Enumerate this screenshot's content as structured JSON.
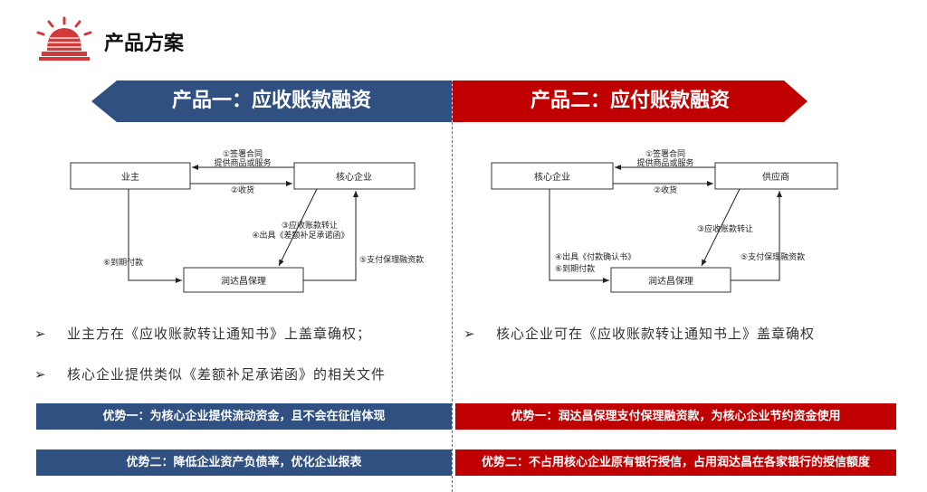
{
  "page": {
    "title": "产品方案"
  },
  "colors": {
    "blue": "#2f5081",
    "red": "#c00000",
    "accent": "#d23a3a"
  },
  "left": {
    "banner": "产品一：应收账款融资",
    "nodes": {
      "owner": "业主",
      "core": "核心企业",
      "factor": "润达昌保理"
    },
    "labels": {
      "sign1": "①签署合同",
      "sign2": "提供商品或服务",
      "receive": "②收货",
      "transfer": "③应收账款转让",
      "issue": "④出具《差额补足承诺函》",
      "pay": "⑤支付保理融资款",
      "due": "⑥到期付款"
    },
    "bullets": [
      "业主方在《应收账款转让通知书》上盖章确权；",
      "核心企业提供类似《差额补足承诺函》的相关文件"
    ]
  },
  "right": {
    "banner": "产品二：应付账款融资",
    "nodes": {
      "core": "核心企业",
      "supplier": "供应商",
      "factor": "润达昌保理"
    },
    "labels": {
      "sign1": "①签署合同",
      "sign2": "提供商品或服务",
      "receive": "②收货",
      "transfer": "③应收账款转让",
      "issue": "④出具《付款确认书》",
      "due": "⑥到期付款",
      "pay": "⑤支付保理融资款"
    },
    "bullets": [
      "核心企业可在《应收账款转让通知书上》盖章确权"
    ]
  },
  "bullet_mark": "➢",
  "advantages": {
    "left": [
      "优势一：为核心企业提供流动资金，且不会在征信体现",
      "优势二：降低企业资产负债率，优化企业报表"
    ],
    "right": [
      "优势一：润达昌保理支付保理融资款，为核心企业节约资金使用",
      "优势二：不占用核心企业原有银行授信，占用润达昌在各家银行的授信额度"
    ]
  }
}
